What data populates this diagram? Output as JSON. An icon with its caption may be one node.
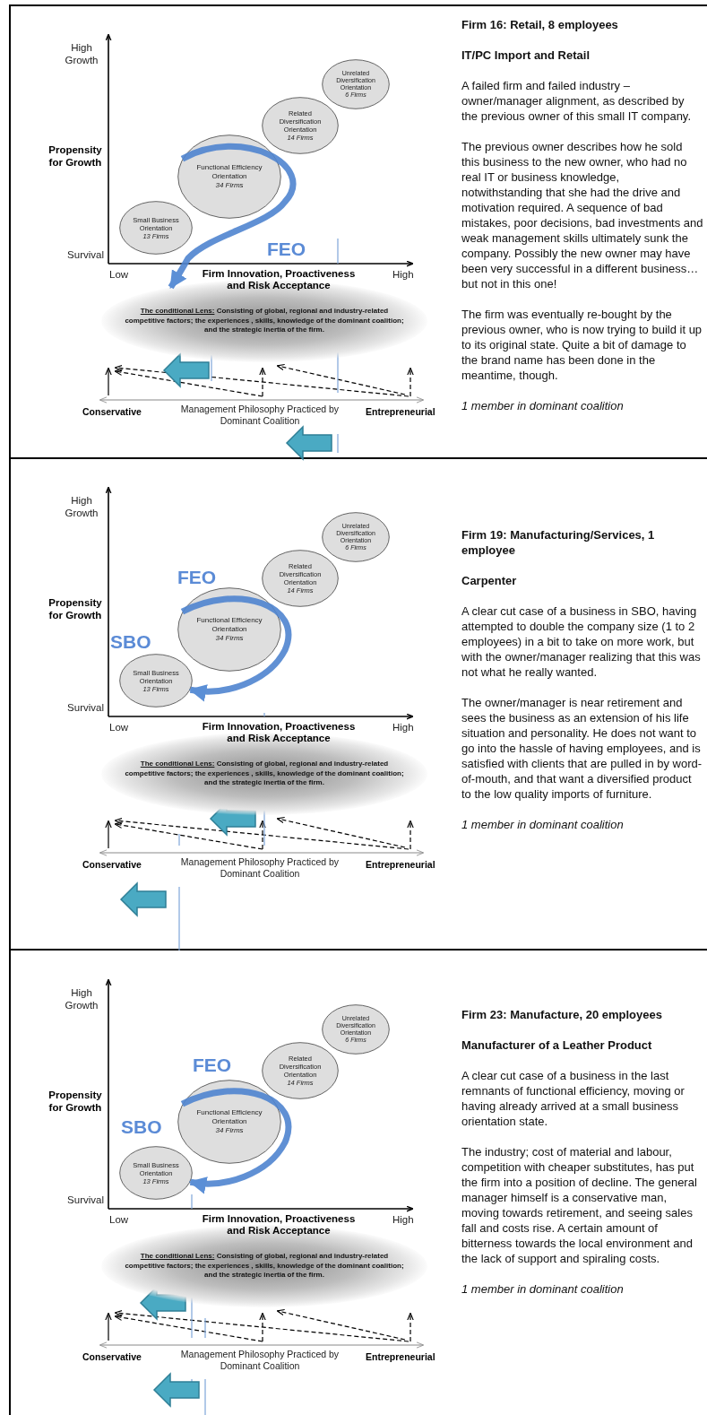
{
  "diagram": {
    "nodes": [
      {
        "text": [
          "Firm 16: Retail, 8 employees",
          "IT/PC Import and Retail",
          "A failed firm and failed industry – owner/manager alignment, as described by the previous owner of this small IT company.",
          "The previous owner describes how he sold this business to the new owner, who had no real IT or business knowledge, notwithstanding that she had the drive and motivation required. A sequence of bad mistakes, poor decisions, bad investments and weak management skills ultimately sunk the company. Possibly the new owner may have been very successful in a different business… but not in this one!",
          "The firm was eventually re-bought by the previous owner, who is now trying to build it up to its original state. Quite a bit of damage to the brand name has been done in the meantime, though.",
          "1 member in dominant coalition"
        ]
      },
      {
        "text": [
          "Small Business Orientation",
          "13 Firms"
        ],
        "in": 0
      },
      {
        "text": [
          "Functional Efficiency Orientation",
          "34 Firms"
        ],
        "in": 0
      },
      {
        "text": [
          "Related Diversification Orientation",
          "14 Firms"
        ],
        "in": 0
      },
      {
        "text": [
          "Unrelated Diversification Orientation",
          "6 Firms"
        ],
        "in": 0
      },
      {
        "text": [
          "The conditional Lens:",
          "Consisting of global, regional and industry-related competitive factors; the experiences , skills, knowledge of the dominant coalition; and the strategic inertia of the firm."
        ],
        "in": 0
      },
      {
        "text": [
          "Firm 19: Manufacturing/Services, 1 employee",
          "Carpenter",
          "A clear cut case of a business in SBO, having attempted to double the company size (1 to 2 employees) in a bit to take on more work, but with the owner/manager realizing that this was not what he really wanted.",
          "The owner/manager is near retirement and sees the business as an extension of his life situation and personality. He does not want to go into the hassle of having employees, and is satisfied with clients that are pulled in by word-of-mouth, and that want a diversified product to the low quality imports of furniture.",
          "1 member in dominant coalition"
        ]
      },
      {
        "text": [
          "Small Business Orientation",
          "13 Firms"
        ],
        "in": 6
      },
      {
        "text": [
          "Functional Efficiency Orientation",
          "34 Firms"
        ],
        "in": 6
      },
      {
        "text": [
          "Related Diversification Orientation",
          "14 Firms"
        ],
        "in": 6
      },
      {
        "text": [
          "Unrelated Diversification Orientation",
          "6 Firms"
        ],
        "in": 6
      },
      {
        "text": [
          "The conditional Lens:",
          "Consisting of global, regional and industry-related competitive factors; the experiences , skills, knowledge of the dominant coalition; and the strategic inertia of the firm."
        ],
        "in": 6
      },
      {
        "text": [
          "Firm 23: Manufacture, 20 employees",
          "Manufacturer of a Leather Product",
          "A clear cut case of a business in the last remnants of functional efficiency, moving or having already arrived at a small business orientation state.",
          "The industry; cost of material and labour, competition with cheaper substitutes, has put the firm into a position of decline. The general manager himself is a conservative man, moving towards retirement, and seeing sales fall and costs rise. A certain amount of bitterness towards the local environment and the lack of support and spiraling costs.",
          "1 member in dominant coalition"
        ]
      },
      {
        "text": [
          "Small Business Orientation",
          "13 Firms"
        ],
        "in": 12
      },
      {
        "text": [
          "Functional Efficiency Orientation",
          "34 Firms"
        ],
        "in": 12
      },
      {
        "text": [
          "Related Diversification Orientation",
          "14 Firms"
        ],
        "in": 12
      },
      {
        "text": [
          "Unrelated Diversification Orientation",
          "6 Firms"
        ],
        "in": 12
      },
      {
        "text": [
          "The conditional Lens:",
          "Consisting of global, regional and industry-related competitive factors; the experiences , skills, knowledge of the dominant coalition; and the strategic inertia of the firm."
        ],
        "in": 12
      }
    ],
    "edges": [
      {
        "from": 2,
        "to": 5,
        "arrow": "to"
      },
      {
        "from": 8,
        "to": 7,
        "arrow": "to"
      },
      {
        "from": 14,
        "to": 13,
        "arrow": "to"
      }
    ],
    "labels": [
      "High Growth",
      "Propensity for Growth",
      "Survival",
      "Low",
      "Firm Innovation, Proactiveness and Risk Acceptance",
      "High",
      "FEO",
      "Conservative",
      "Management Philosophy Practiced by Dominant Coalition",
      "Entrepreneurial",
      "High Growth",
      "Propensity for Growth",
      "Survival",
      "Low",
      "Firm Innovation, Proactiveness and Risk Acceptance",
      "High",
      "FEO",
      "SBO",
      "Conservative",
      "Management Philosophy Practiced by Dominant Coalition",
      "Entrepreneurial",
      "High Growth",
      "Propensity for Growth",
      "Survival",
      "Low",
      "Firm Innovation, Proactiveness and Risk Acceptance",
      "High",
      "FEO",
      "SBO",
      "Conservative",
      "Management Philosophy Practiced by Dominant Coalition",
      "Entrepreneurial"
    ]
  }
}
